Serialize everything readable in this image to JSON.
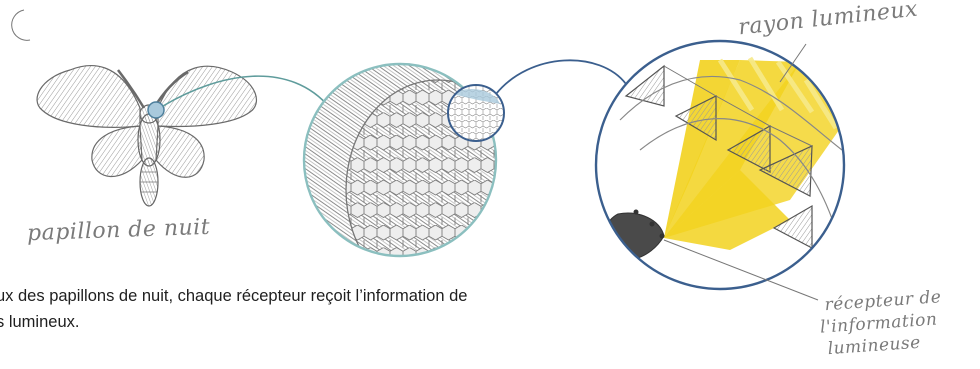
{
  "labels": {
    "moth": "papillon de nuit",
    "light_ray": "rayon lumineux",
    "receptor": [
      "récepteur de",
      "l'information",
      "lumineuse"
    ]
  },
  "caption": {
    "line1": "ux des papillons de nuit, chaque récepteur reçoit l’information de",
    "line2": "s lumineux."
  },
  "icons": [
    "crescent-moon-icon"
  ],
  "colors": {
    "light": "#f2d21e",
    "pencil": "#8a8a8a",
    "teal_outline": "#8bbfbf",
    "blue_outline": "#3b5f8e",
    "lens_blue": "#a9c9dc"
  }
}
